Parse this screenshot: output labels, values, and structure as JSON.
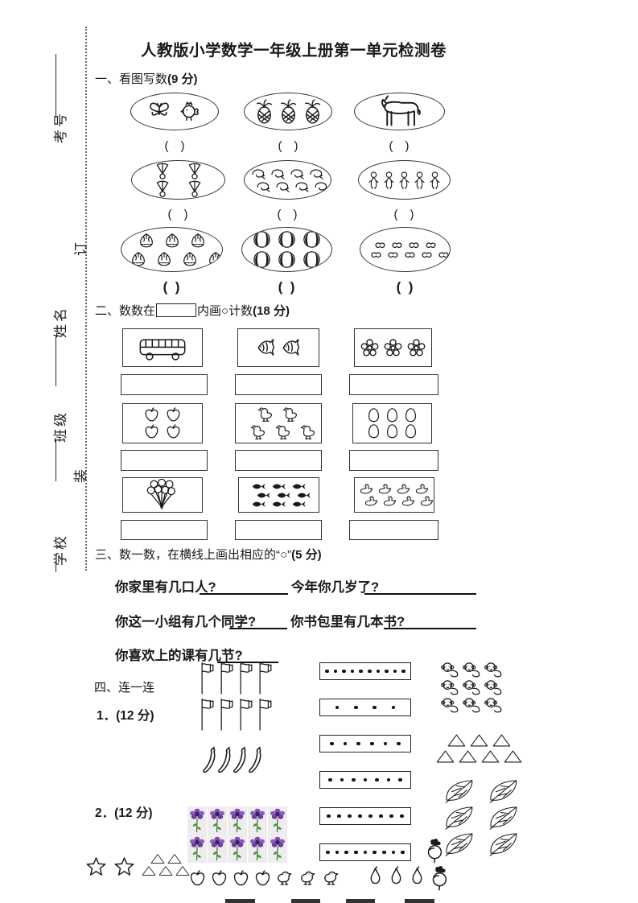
{
  "title": "人教版小学数学一年级上册第一单元检测卷",
  "colors": {
    "ink": "#1a1a1a",
    "flower_purple": "#7e4fb5",
    "leaf_green": "#4b9440"
  },
  "margin": {
    "binding_chars": [
      "订",
      "装"
    ],
    "fields": [
      "考号",
      "姓名",
      "班级",
      "学校"
    ]
  },
  "section1": {
    "no": "一、",
    "heading": "看图写数",
    "score": "(9 分)",
    "paren_normal": "(　)",
    "paren_bold": "(  )",
    "cells": [
      {
        "name": "butterfly-and-rooster",
        "count": 2,
        "icons": [
          [
            "butterfly",
            "rooster"
          ]
        ]
      },
      {
        "name": "pineapples",
        "count": 3,
        "icon": "pineapple",
        "rows": [
          3
        ]
      },
      {
        "name": "donkey",
        "count": 1,
        "icon": "donkey",
        "rows": [
          1
        ]
      },
      {
        "name": "shuttlecocks",
        "count": 4,
        "icon": "shuttlecock",
        "rows": [
          2,
          2
        ]
      },
      {
        "name": "shrimps",
        "count": 8,
        "icon": "shrimp",
        "rows": [
          4,
          4
        ]
      },
      {
        "name": "children",
        "count": 5,
        "icon": "kid",
        "rows": [
          5
        ]
      },
      {
        "name": "garlic-bulbs",
        "count": 7,
        "icon": "garlic",
        "rows": [
          3,
          4
        ]
      },
      {
        "name": "beach-balls",
        "count": 6,
        "icon": "beachball",
        "rows": [
          3,
          3
        ]
      },
      {
        "name": "peanuts",
        "count": 9,
        "icon": "peanut",
        "rows": [
          4,
          5
        ]
      }
    ]
  },
  "section2": {
    "no": "二、",
    "heading_prefix": "数数在",
    "heading_suffix": "内画○计数",
    "score": "(18 分)",
    "cells": [
      {
        "name": "bus",
        "count": 1,
        "icon": "bus",
        "rows": [
          1
        ]
      },
      {
        "name": "angelfish",
        "count": 2,
        "icon": "angelfish",
        "rows": [
          2
        ]
      },
      {
        "name": "flowers",
        "count": 3,
        "icon": "flower",
        "rows": [
          3
        ]
      },
      {
        "name": "apples",
        "count": 4,
        "icon": "apple",
        "rows": [
          2,
          2
        ]
      },
      {
        "name": "hens",
        "count": 5,
        "icon": "hen",
        "rows": [
          2,
          3
        ]
      },
      {
        "name": "eggs",
        "count": 6,
        "icon": "egg",
        "rows": [
          3,
          3
        ]
      },
      {
        "name": "balloon-bunch",
        "count": 7,
        "icon": "balloon-bunch",
        "rows": [
          1
        ]
      },
      {
        "name": "small-fish",
        "count": 9,
        "icon": "small-fish",
        "rows": [
          3,
          3,
          3
        ]
      },
      {
        "name": "ducks",
        "count": 8,
        "icon": "duck",
        "rows": [
          4,
          4
        ]
      }
    ]
  },
  "section3": {
    "no": "三、",
    "heading": "数一数，在横线上画出相应的“○”",
    "score": "(5 分)",
    "questions": [
      "你家里有几口人?",
      "今年你几岁了?",
      "你这一小组有几个同学?",
      "你书包里有几本书?",
      "你喜欢上的课有几节?"
    ]
  },
  "section4": {
    "no": "四、",
    "heading": "连一连",
    "sub1": "1．(12 分)",
    "sub2": "2．(12 分)",
    "match": {
      "left": [
        {
          "name": "flags",
          "count": 8,
          "icon": "flag",
          "rows": [
            4,
            4
          ]
        },
        {
          "name": "bananas",
          "count": 4,
          "icon": "banana",
          "rows": [
            4
          ]
        }
      ],
      "dot_boxes": [
        10,
        4,
        6,
        7,
        8,
        9
      ],
      "right": [
        {
          "name": "monkeys",
          "count": 9,
          "icon": "monkey",
          "rows": [
            3,
            3,
            3
          ]
        },
        {
          "name": "triangles",
          "count": 7,
          "icon": "triangle",
          "rows": [
            3,
            4
          ]
        },
        {
          "name": "leaves",
          "count": 6,
          "icon": "leaf",
          "rows": [
            2,
            2,
            2
          ]
        }
      ],
      "bottom": [
        {
          "name": "stars",
          "count": 2,
          "icon": "star",
          "rows": [
            2
          ]
        },
        {
          "name": "small-triangles",
          "count": 5,
          "icon": "triangle",
          "rows": [
            2,
            3
          ]
        },
        {
          "name": "purple-flowers",
          "count": 10,
          "icon": "purple-flower",
          "rows": [
            5,
            5
          ]
        },
        {
          "name": "apples",
          "count": 4,
          "icon": "apple",
          "rows": [
            4
          ]
        },
        {
          "name": "chicks",
          "count": 3,
          "icon": "chick",
          "rows": [
            3
          ]
        },
        {
          "name": "pears",
          "count": 3,
          "icon": "pear",
          "rows": [
            3
          ]
        },
        {
          "name": "radishes",
          "count": 2,
          "icon": "radish",
          "rows": [
            1,
            1
          ]
        }
      ]
    }
  }
}
